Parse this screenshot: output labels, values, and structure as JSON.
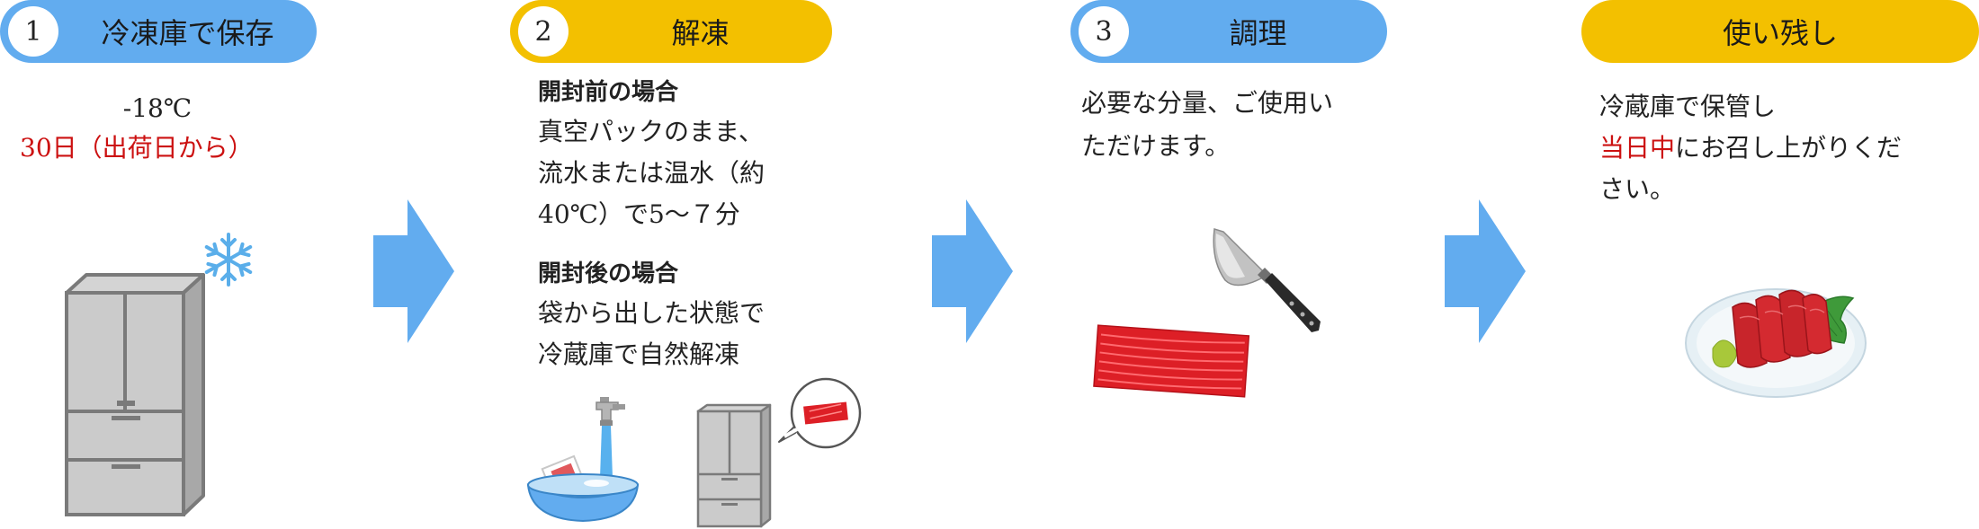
{
  "steps": [
    {
      "number": "1",
      "title": "冷凍庫で保存",
      "temp": "-18℃",
      "duration": "30日（出荷日から）"
    },
    {
      "number": "2",
      "title": "解凍",
      "before_heading": "開封前の場合",
      "before_lines": [
        "真空パックのまま、",
        "流水または温水（約",
        "40℃）で5〜７分"
      ],
      "after_heading": "開封後の場合",
      "after_lines": [
        "袋から出した状態で",
        "冷蔵庫で自然解凍"
      ]
    },
    {
      "number": "3",
      "title": "調理",
      "lines": [
        "必要な分量、ご使用い",
        "ただけます。"
      ]
    },
    {
      "title": "使い残し",
      "line1": "冷蔵庫で保管し",
      "line2_red": "当日中",
      "line2_rest": "にお召し上がりくだ",
      "line3": "さい。"
    }
  ],
  "colors": {
    "blue": "#62acef",
    "yellow": "#f3c000",
    "arrow": "#62acef",
    "red": "#cc1111"
  }
}
